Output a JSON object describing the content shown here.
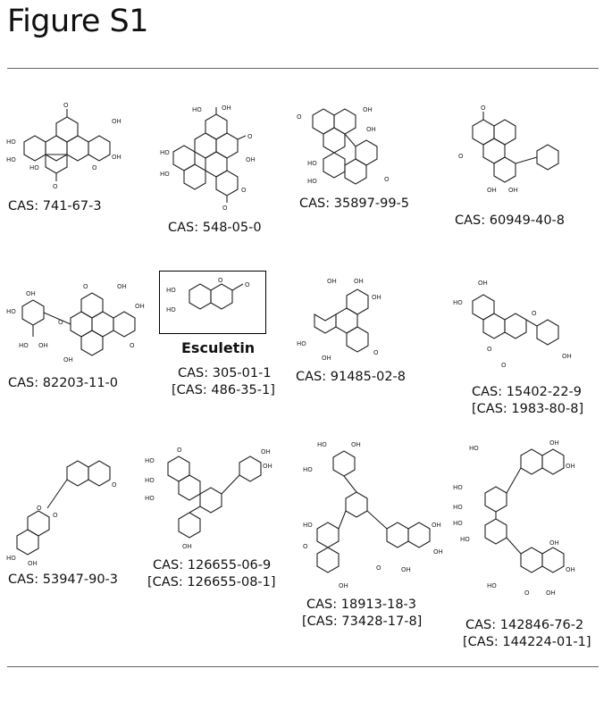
{
  "figure": {
    "title": "Figure S1"
  },
  "compounds": [
    {
      "cas": "CAS: 741-67-3",
      "alt": ""
    },
    {
      "cas": "CAS: 548-05-0",
      "alt": ""
    },
    {
      "cas": "CAS: 35897-99-5",
      "alt": ""
    },
    {
      "cas": "CAS: 60949-40-8",
      "alt": ""
    },
    {
      "cas": "CAS: 82203-11-0",
      "alt": ""
    },
    {
      "name": "Esculetin",
      "cas": "CAS: 305-01-1",
      "alt": "[CAS: 486-35-1]"
    },
    {
      "cas": "CAS: 91485-02-8",
      "alt": ""
    },
    {
      "cas": "CAS: 15402-22-9",
      "alt": "[CAS: 1983-80-8]"
    },
    {
      "cas": "CAS: 53947-90-3",
      "alt": ""
    },
    {
      "cas": "CAS: 126655-06-9",
      "alt": "[CAS: 126655-08-1]"
    },
    {
      "cas": "CAS: 18913-18-3",
      "alt": "[CAS: 73428-17-8]"
    },
    {
      "cas": "CAS: 142846-76-2",
      "alt": "[CAS: 144224-01-1]"
    }
  ],
  "atom_label_oh": "OH",
  "atom_label_ho": "HO",
  "atom_label_o": "O"
}
